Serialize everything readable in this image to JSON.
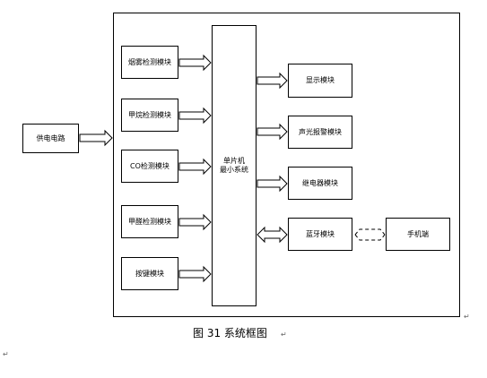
{
  "diagram": {
    "power_supply": "供电电路",
    "inputs": [
      {
        "id": "smoke",
        "label": "烟雾检测模块"
      },
      {
        "id": "methane",
        "label": "甲烷检测模块"
      },
      {
        "id": "co",
        "label": "CO检测模块"
      },
      {
        "id": "formaldehyde",
        "label": "甲醛检测模块"
      },
      {
        "id": "keys",
        "label": "按键模块"
      }
    ],
    "mcu": {
      "line1": "单片机",
      "line2": "最小系统"
    },
    "outputs": [
      {
        "id": "display",
        "label": "显示模块"
      },
      {
        "id": "alarm",
        "label": "声光报警模块"
      },
      {
        "id": "relay",
        "label": "继电器模块"
      },
      {
        "id": "bluetooth",
        "label": "蓝牙模块"
      }
    ],
    "phone": "手机端"
  },
  "caption": "图 31 系统框图",
  "marks": {
    "return_symbol": "↵"
  }
}
